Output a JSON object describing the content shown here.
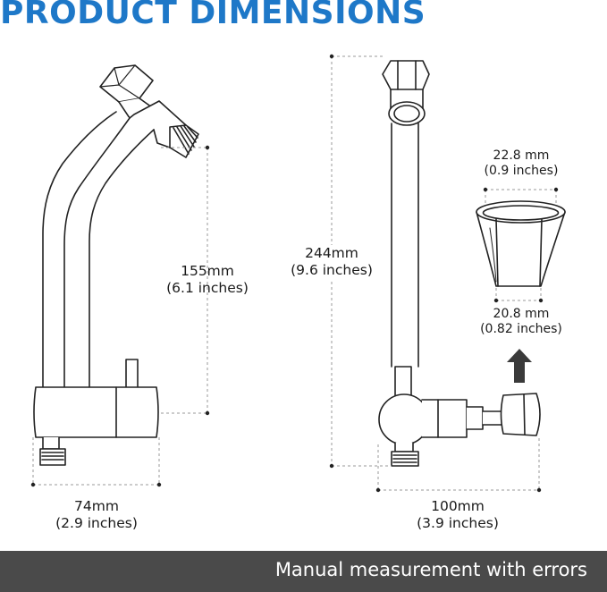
{
  "title": "PRODUCT DIMENSIONS",
  "dimensions": {
    "left_height_mm": "155mm",
    "left_height_in": "(6.1 inches)",
    "left_width_mm": "74mm",
    "left_width_in": "(2.9 inches)",
    "right_height_mm": "244mm",
    "right_height_in": "(9.6 inches)",
    "right_width_mm": "100mm",
    "right_width_in": "(3.9 inches)",
    "cup_top_mm": "22.8 mm",
    "cup_top_in": "(0.9 inches)",
    "cup_bottom_mm": "20.8 mm",
    "cup_bottom_in": "(0.82 inches)"
  },
  "footer": {
    "note": "Manual measurement with errors"
  },
  "colors": {
    "title": "#1e78c8",
    "footer_bg": "#4a4a4a",
    "line": "#222222",
    "dim_line": "#9a9a9a",
    "arrow": "#3a3a3a"
  }
}
